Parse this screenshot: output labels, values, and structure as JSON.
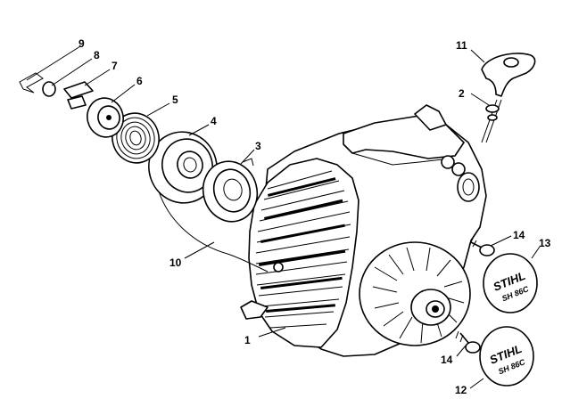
{
  "diagram": {
    "callouts": [
      {
        "id": "callout-1",
        "label": "1"
      },
      {
        "id": "callout-2",
        "label": "2"
      },
      {
        "id": "callout-3",
        "label": "3"
      },
      {
        "id": "callout-4",
        "label": "4"
      },
      {
        "id": "callout-5",
        "label": "5"
      },
      {
        "id": "callout-6",
        "label": "6"
      },
      {
        "id": "callout-7",
        "label": "7"
      },
      {
        "id": "callout-8",
        "label": "8"
      },
      {
        "id": "callout-9",
        "label": "9"
      },
      {
        "id": "callout-10",
        "label": "10"
      },
      {
        "id": "callout-11",
        "label": "11"
      },
      {
        "id": "callout-12",
        "label": "12"
      },
      {
        "id": "callout-13",
        "label": "13"
      },
      {
        "id": "callout-14a",
        "label": "14"
      },
      {
        "id": "callout-14b",
        "label": "14"
      }
    ],
    "badge_top": {
      "brand": "STIHL",
      "model": "SH 86C"
    },
    "badge_bottom": {
      "brand": "STIHL",
      "model": "SH 86C"
    }
  }
}
